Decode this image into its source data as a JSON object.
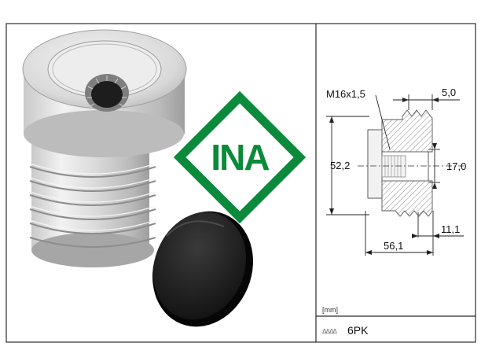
{
  "dimensions": {
    "thread": "M16x1,5",
    "width_top": "5,0",
    "diameter_outer": "52,2",
    "diameter_inner": "17,0",
    "length_total": "56,1",
    "length_small": "11,1"
  },
  "unit_label": "[mm]",
  "belt": {
    "profile_glyph": "ΔΔΔΔ",
    "type": "6PK"
  },
  "brand": {
    "name": "INA"
  },
  "colors": {
    "frame": "#2b2b2b",
    "brand_green": "#0a8a3a",
    "metal_light": "#e3e3e3",
    "metal_dark": "#9a9a9a",
    "cap": "#1a1a1a"
  }
}
